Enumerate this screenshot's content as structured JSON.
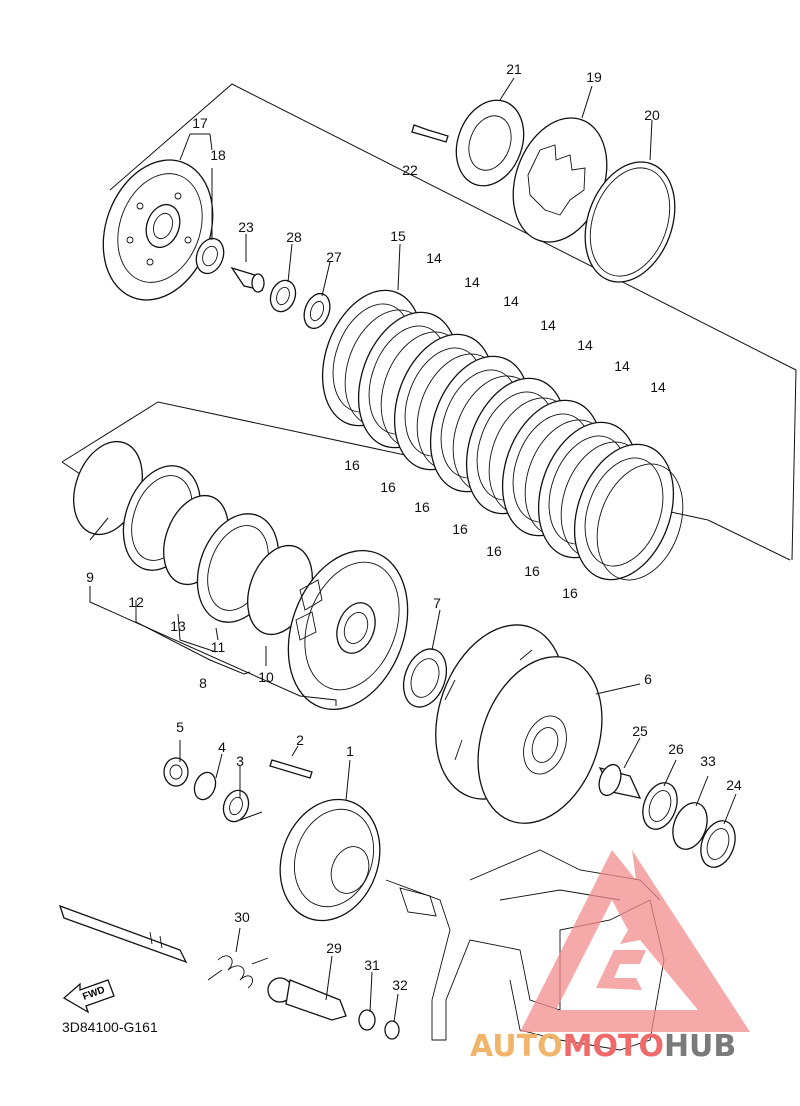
{
  "diagram": {
    "part_number": "3D84100-G161",
    "fwd_badge": "FWD",
    "callouts": [
      "1",
      "2",
      "3",
      "4",
      "5",
      "6",
      "7",
      "8",
      "9",
      "10",
      "11",
      "12",
      "13",
      "14",
      "15",
      "16",
      "17",
      "18",
      "19",
      "20",
      "21",
      "22",
      "23",
      "24",
      "25",
      "26",
      "27",
      "28",
      "29",
      "30",
      "31",
      "32",
      "33"
    ]
  },
  "watermark": {
    "part1": "AUTO",
    "part2": "MOTO",
    "part3": "HUB",
    "colors": {
      "auto": "#f0b46a",
      "moto": "#f06a6a",
      "hub": "#7a7a7a",
      "triangle": "#f28c8c"
    }
  }
}
